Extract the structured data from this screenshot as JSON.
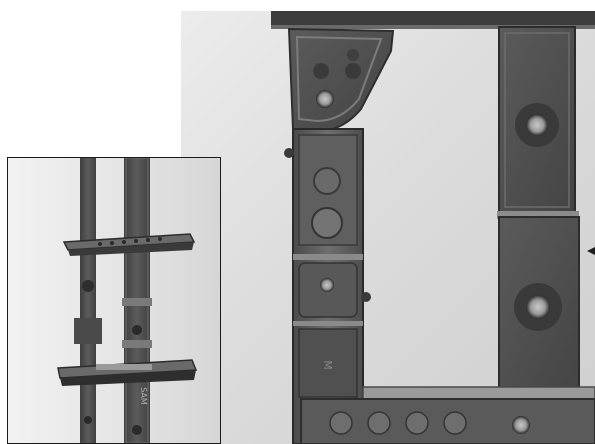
{
  "figure": {
    "main_photo": {
      "kind": "grayscale photograph",
      "part_label": "M"
    },
    "inset_photo": {
      "kind": "grayscale photograph",
      "part_label": "SAM"
    }
  },
  "colors": {
    "background": "#ffffff",
    "metal_dark": "#5a5a5a",
    "metal_mid": "#7a7a7a",
    "wall": "#dcdcdc",
    "frame": "#1a1a1a"
  }
}
